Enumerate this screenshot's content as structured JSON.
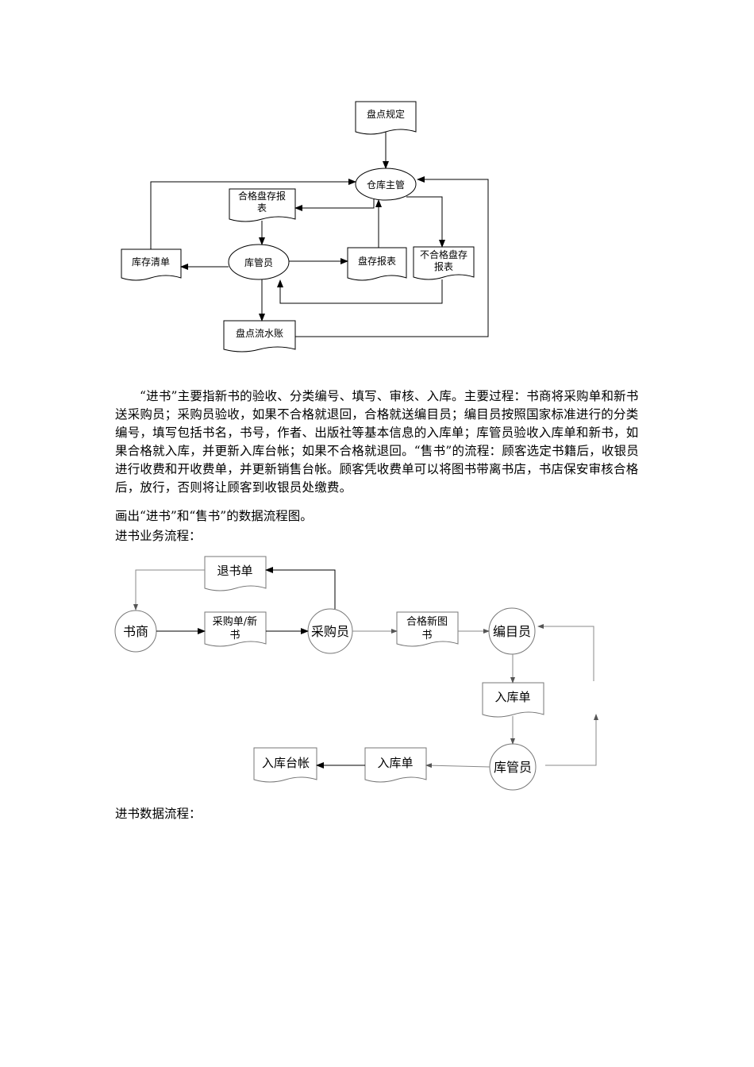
{
  "diagram1": {
    "inventory_rules": "盘点规定",
    "warehouse_manager": "仓库主管",
    "qualified_report_l1": "合格盘存报",
    "qualified_report_l2": "表",
    "stock_list": "库存清单",
    "stock_keeper": "库管员",
    "inventory_report": "盘存报表",
    "unqualified_report_l1": "不合格盘存",
    "unqualified_report_l2": "报表",
    "inventory_ledger": "盘点流水账"
  },
  "text": {
    "paragraph": "“进书”主要指新书的验收、分类编号、填写、审核、入库。主要过程：书商将采购单和新书送采购员；采购员验收，如果不合格就退回，合格就送编目员；编目员按照国家标准进行的分类编号，填写包括书名，书号，作者、出版社等基本信息的入库单；库管员验收入库单和新书，如果合格就入库，并更新入库台帐；如果不合格就退回。“售书”的流程：顾客选定书籍后，收银员进行收费和开收费单，并更新销售台帐。顾客凭收费单可以将图书带离书店，书店保安审核合格后，放行，否则将让顾客到收银员处缴费。",
    "draw_instruction": "画出“进书”和“售书”的数据流程图。",
    "business_flow_title": "进书业务流程：",
    "data_flow_title": "进书数据流程："
  },
  "diagram2": {
    "return_list": "退书单",
    "bookseller": "书商",
    "po_newbook_l1": "采购单/新",
    "po_newbook_l2": "书",
    "purchaser": "采购员",
    "qualified_newbook_l1": "合格新图",
    "qualified_newbook_l2": "书",
    "cataloger": "编目员",
    "warehouse_entry_1": "入库单",
    "stock_keeper": "库管员",
    "warehouse_entry_2": "入库单",
    "warehouse_ledger": "入库台帐"
  }
}
